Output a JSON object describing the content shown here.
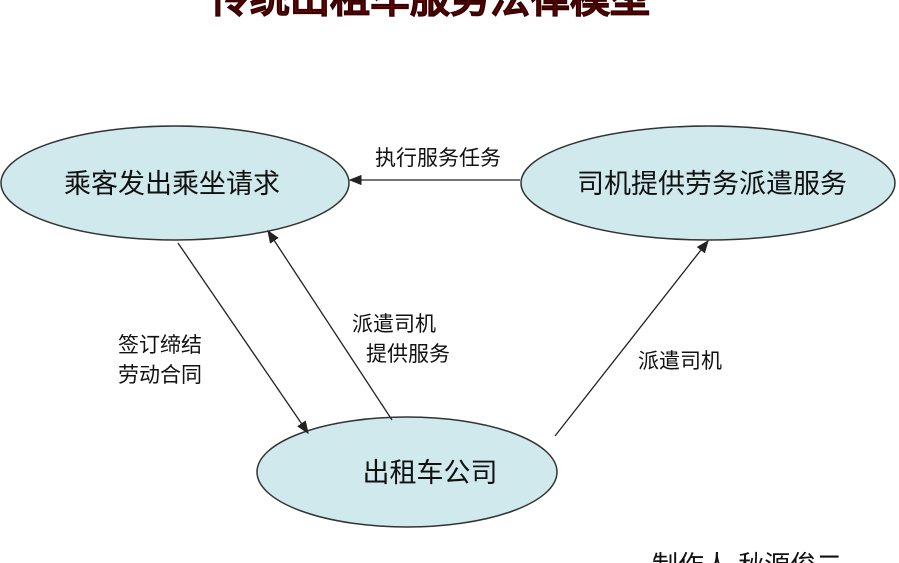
{
  "title": "传统出租车服务法律模型",
  "nodes": {
    "passenger": "乘客发出乘坐请求",
    "driver": "司机提供劳务派遣服务",
    "company": "出租车公司"
  },
  "edges": {
    "driver_to_passenger": "执行服务任务",
    "passenger_to_company_line1": "签订缔结",
    "passenger_to_company_line2": "劳动合同",
    "company_to_passenger_line1": "派遣司机",
    "company_to_passenger_line2": "提供服务",
    "company_to_driver": "派遣司机"
  },
  "footer": "制作人 秋源俊二",
  "colors": {
    "node_fill": "#cfe9ec",
    "title": "#7a0a0a"
  }
}
